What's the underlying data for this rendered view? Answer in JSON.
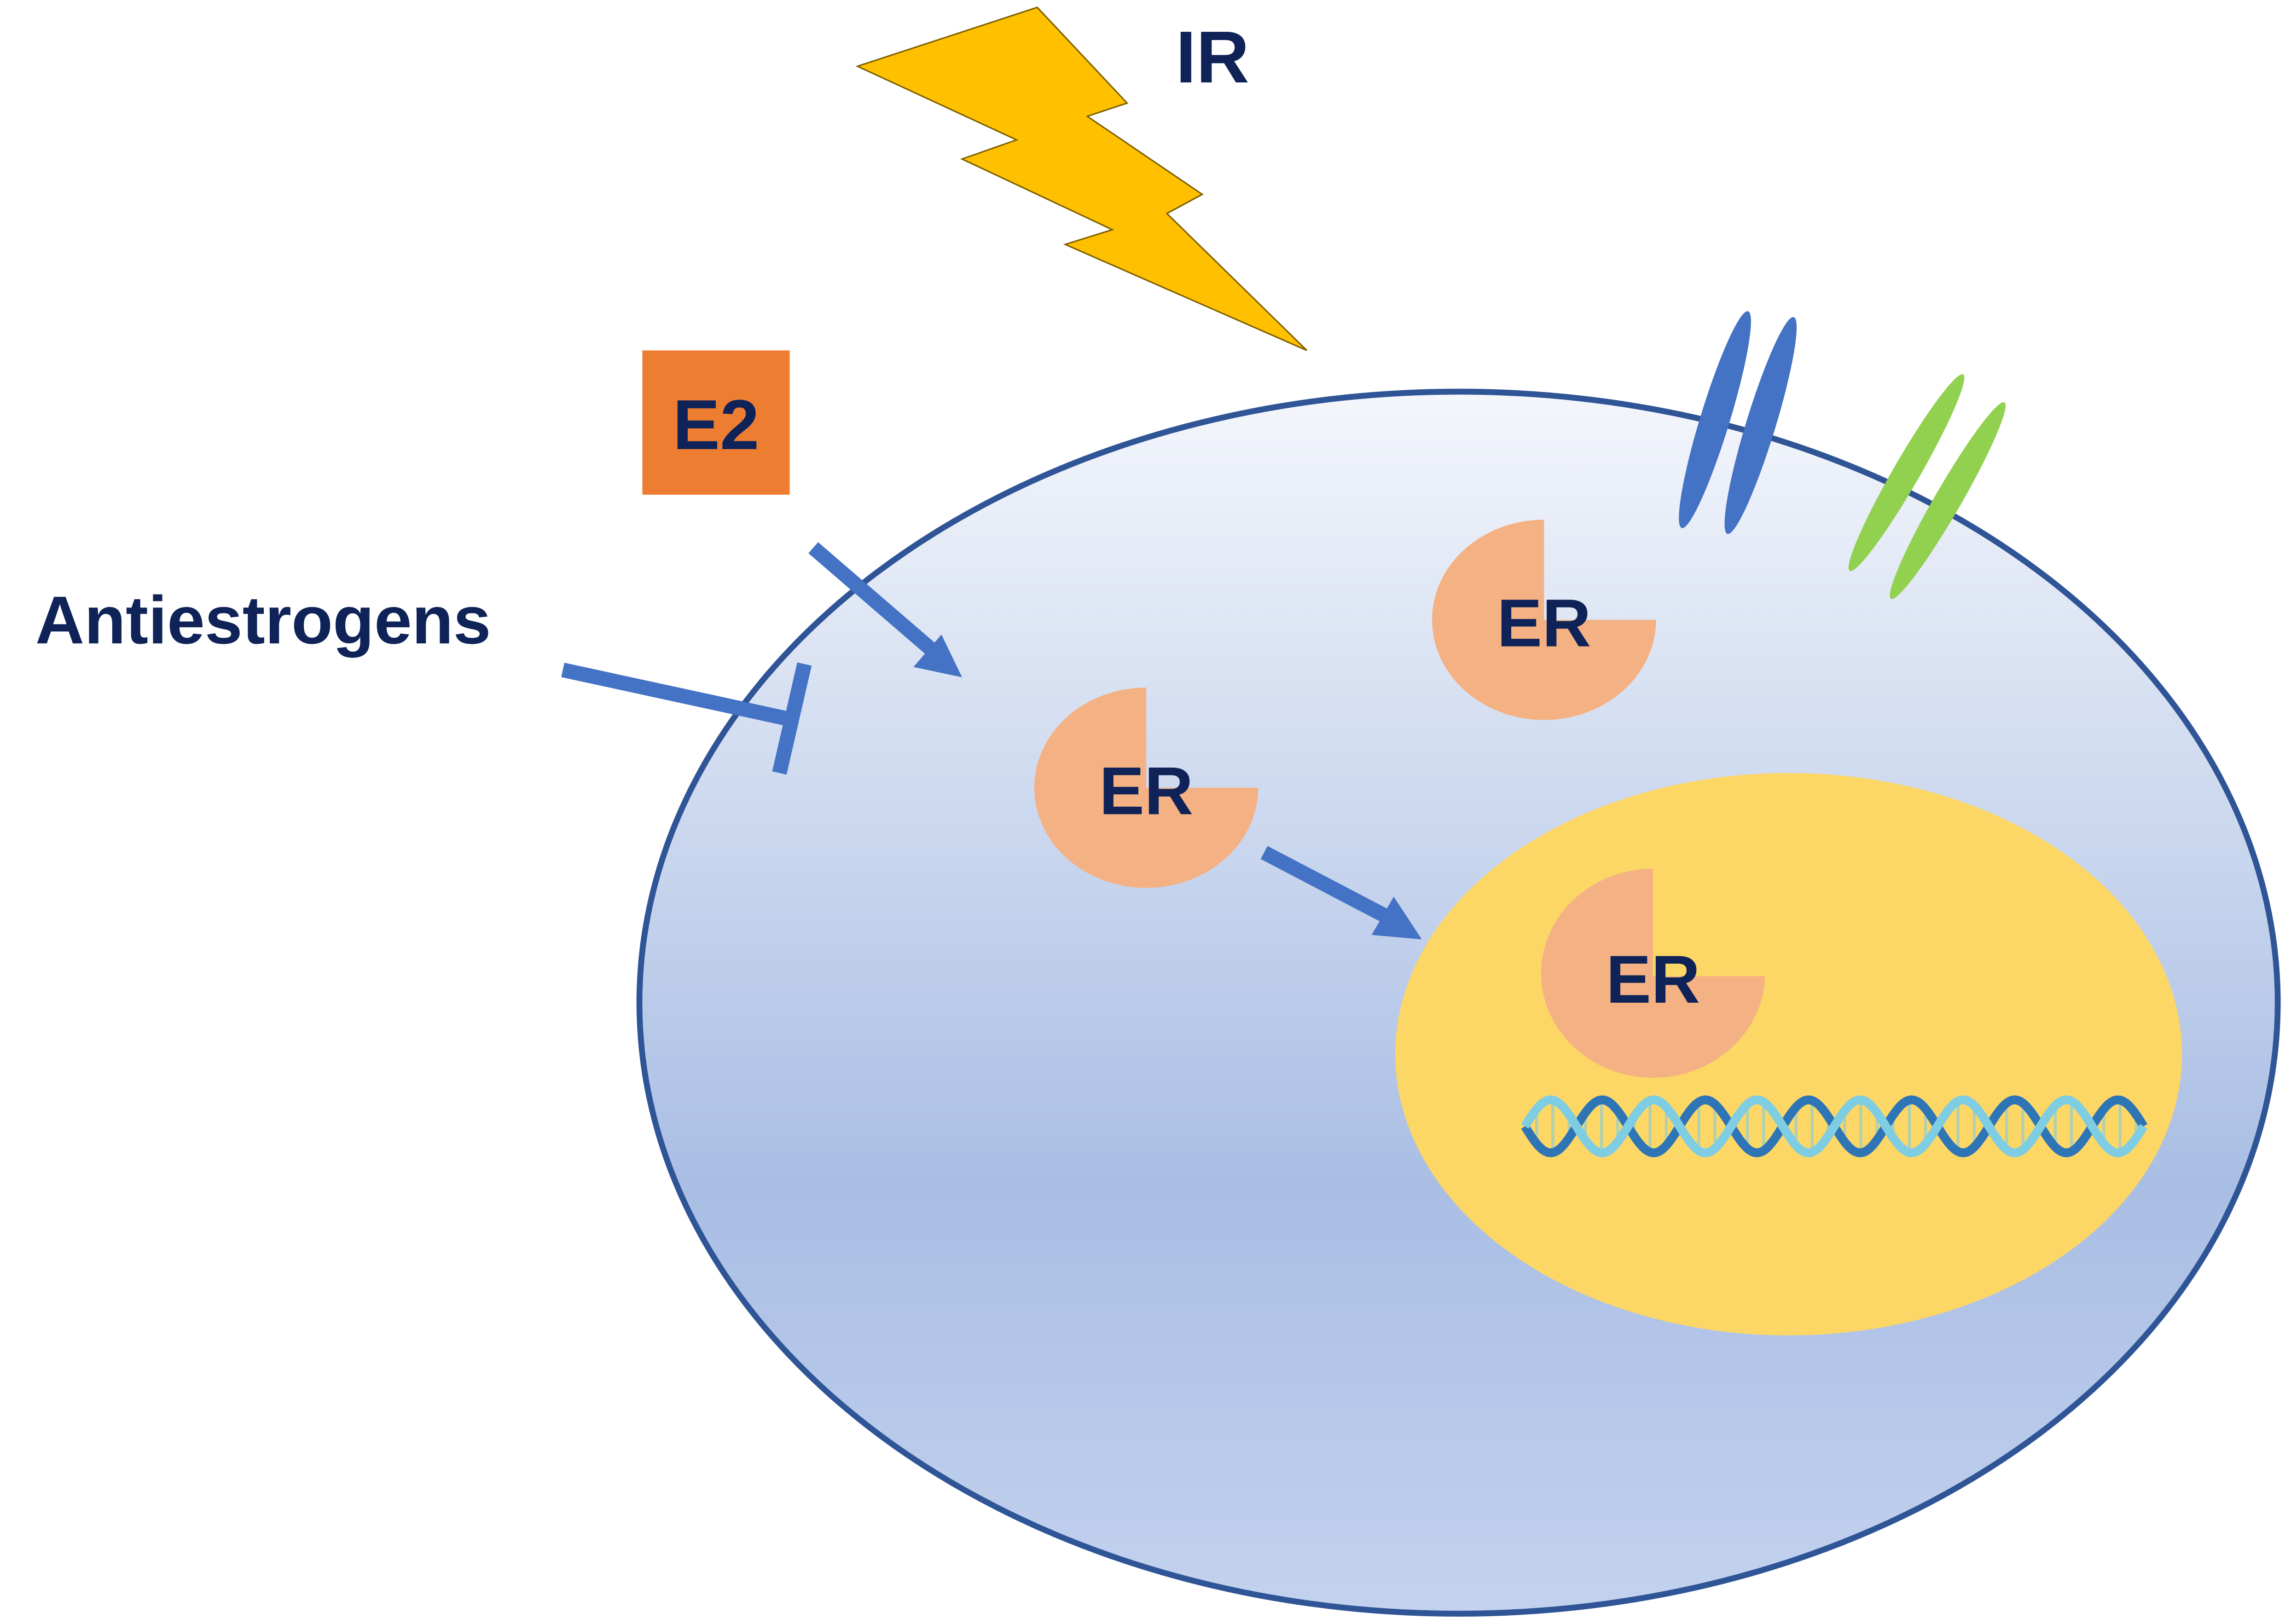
{
  "labels": {
    "ir": "IR",
    "e2": "E2",
    "antiestrogens": "Antiestrogens",
    "er_cytoplasm_left": "ER",
    "er_cytoplasm_right": "ER",
    "er_nucleus": "ER"
  },
  "colors": {
    "cell_membrane": "#2f5597",
    "cell_fill_light": "#f2f5fb",
    "cell_fill_dark": "#a9bee4",
    "nucleus": "#fcd766",
    "receptor": "#f4b183",
    "e2_box": "#ed7d31",
    "lightning": "#ffc000",
    "arrow": "#4472c4",
    "membrane_receptor_blue": "#4472c4",
    "membrane_receptor_green": "#92d050",
    "dna_dark": "#2e75b6",
    "dna_light": "#7fcde2",
    "text": "#0f2358"
  }
}
